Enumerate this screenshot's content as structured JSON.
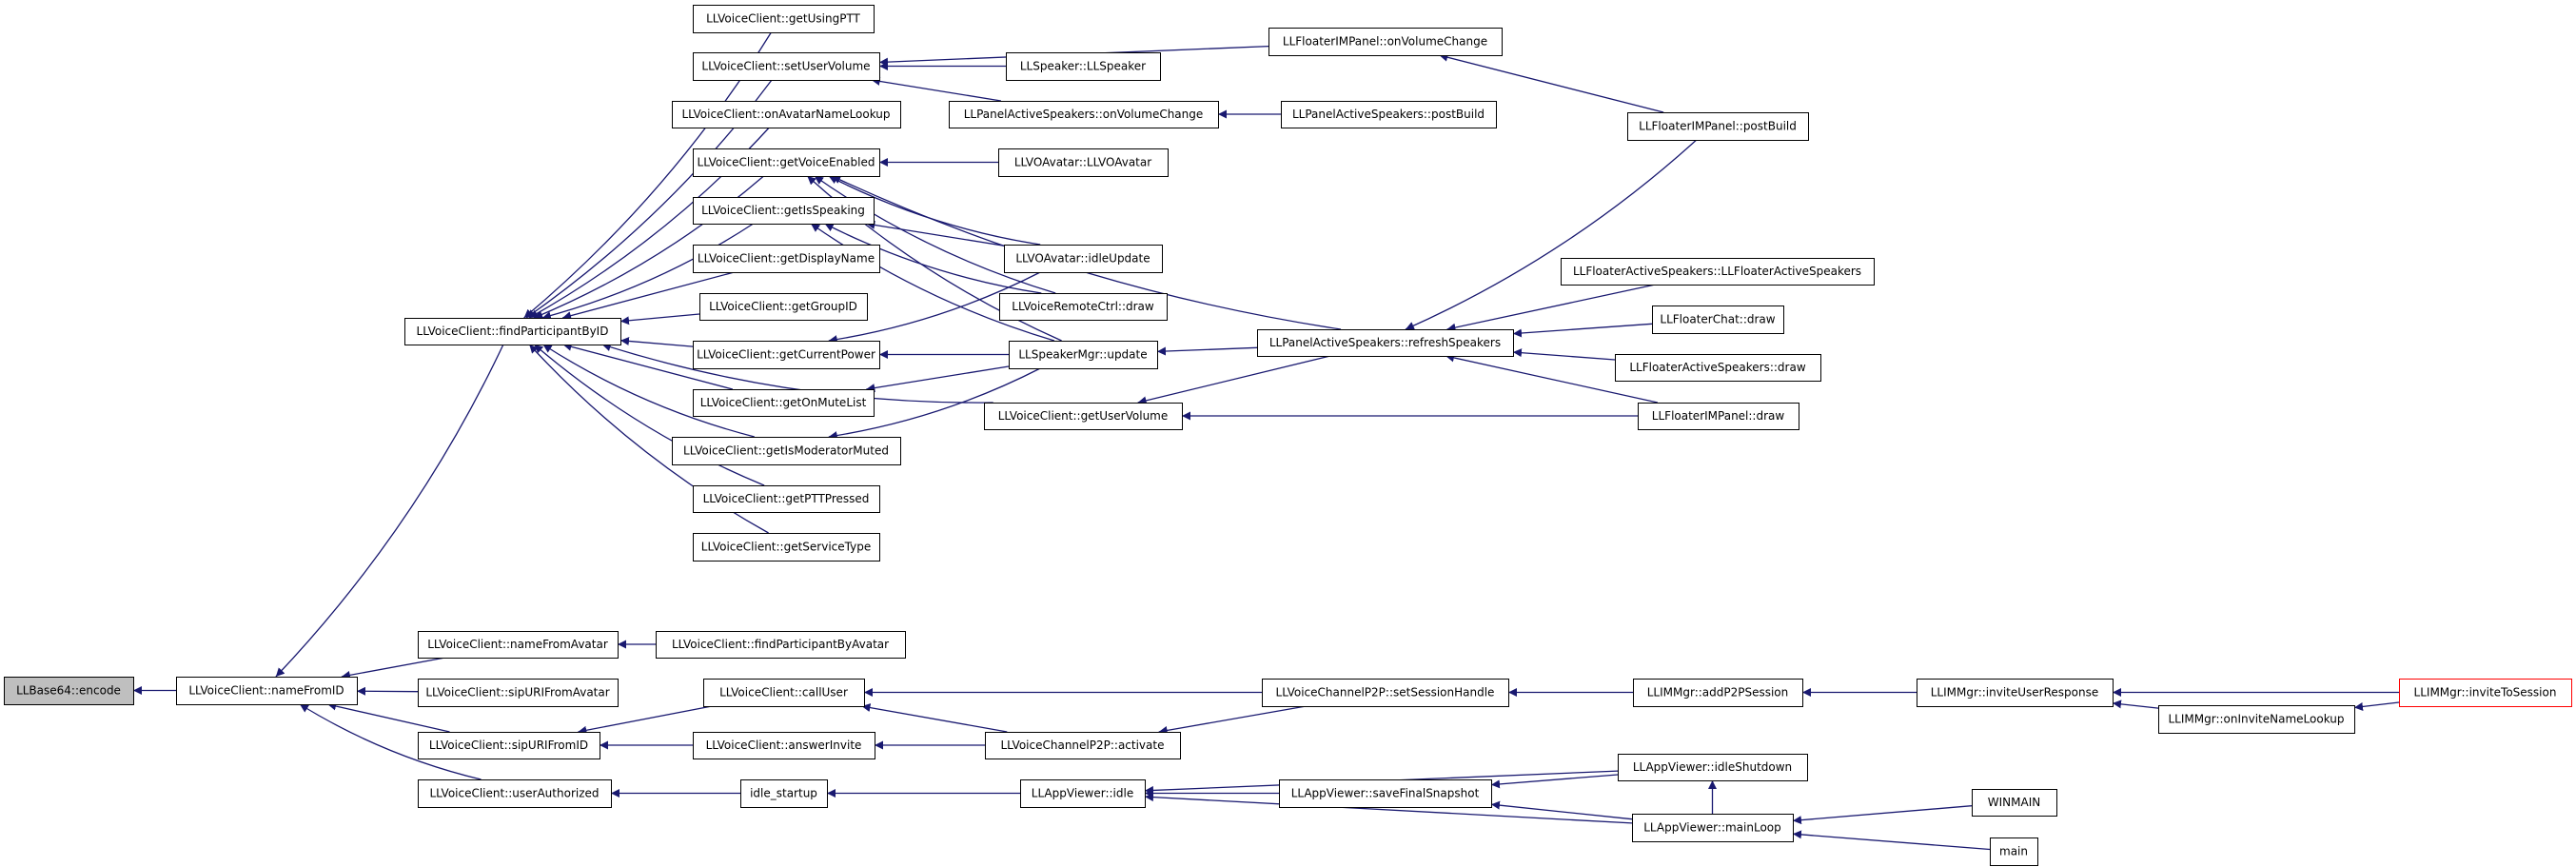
{
  "diagram": {
    "colors": {
      "edge": "#191970",
      "node_border": "#000000",
      "node_fill": "#ffffff",
      "root_fill": "#bfbfbf",
      "external_border": "#ff0000"
    },
    "nodes": [
      {
        "id": "encode",
        "label": "LLBase64::encode",
        "kind": "root"
      },
      {
        "id": "nameFromID",
        "label": "LLVoiceClient::nameFromID"
      },
      {
        "id": "findParticipantByID",
        "label": "LLVoiceClient::findParticipantByID"
      },
      {
        "id": "getUsingPTT",
        "label": "LLVoiceClient::getUsingPTT"
      },
      {
        "id": "setUserVolume",
        "label": "LLVoiceClient::setUserVolume"
      },
      {
        "id": "onAvatarNameLookup",
        "label": "LLVoiceClient::onAvatarNameLookup"
      },
      {
        "id": "getVoiceEnabled",
        "label": "LLVoiceClient::getVoiceEnabled"
      },
      {
        "id": "getIsSpeaking",
        "label": "LLVoiceClient::getIsSpeaking"
      },
      {
        "id": "getDisplayName",
        "label": "LLVoiceClient::getDisplayName"
      },
      {
        "id": "getGroupID",
        "label": "LLVoiceClient::getGroupID"
      },
      {
        "id": "getCurrentPower",
        "label": "LLVoiceClient::getCurrentPower"
      },
      {
        "id": "getOnMuteList",
        "label": "LLVoiceClient::getOnMuteList"
      },
      {
        "id": "getIsModeratorMuted",
        "label": "LLVoiceClient::getIsModeratorMuted"
      },
      {
        "id": "getPTTPressed",
        "label": "LLVoiceClient::getPTTPressed"
      },
      {
        "id": "getServiceType",
        "label": "LLVoiceClient::getServiceType"
      },
      {
        "id": "fimOnVolumeChange",
        "label": "LLFloaterIMPanel::onVolumeChange"
      },
      {
        "id": "llSpeaker",
        "label": "LLSpeaker::LLSpeaker"
      },
      {
        "id": "pasOnVolumeChange",
        "label": "LLPanelActiveSpeakers::onVolumeChange"
      },
      {
        "id": "pasPostBuild",
        "label": "LLPanelActiveSpeakers::postBuild"
      },
      {
        "id": "fimPostBuild",
        "label": "LLFloaterIMPanel::postBuild"
      },
      {
        "id": "llvoAvatar",
        "label": "LLVOAvatar::LLVOAvatar"
      },
      {
        "id": "idleUpdate",
        "label": "LLVOAvatar::idleUpdate"
      },
      {
        "id": "vrcDraw",
        "label": "LLVoiceRemoteCtrl::draw"
      },
      {
        "id": "smUpdate",
        "label": "LLSpeakerMgr::update"
      },
      {
        "id": "getUserVolume",
        "label": "LLVoiceClient::getUserVolume"
      },
      {
        "id": "refreshSpeakers",
        "label": "LLPanelActiveSpeakers::refreshSpeakers"
      },
      {
        "id": "fasCtor",
        "label": "LLFloaterActiveSpeakers::LLFloaterActiveSpeakers"
      },
      {
        "id": "fcDraw",
        "label": "LLFloaterChat::draw"
      },
      {
        "id": "fasDraw",
        "label": "LLFloaterActiveSpeakers::draw"
      },
      {
        "id": "fimDraw",
        "label": "LLFloaterIMPanel::draw"
      },
      {
        "id": "nameFromAvatar",
        "label": "LLVoiceClient::nameFromAvatar"
      },
      {
        "id": "findParticipantByAvatar",
        "label": "LLVoiceClient::findParticipantByAvatar"
      },
      {
        "id": "sipURIFromAvatar",
        "label": "LLVoiceClient::sipURIFromAvatar"
      },
      {
        "id": "sipURIFromID",
        "label": "LLVoiceClient::sipURIFromID"
      },
      {
        "id": "userAuthorized",
        "label": "LLVoiceClient::userAuthorized"
      },
      {
        "id": "callUser",
        "label": "LLVoiceClient::callUser"
      },
      {
        "id": "answerInvite",
        "label": "LLVoiceClient::answerInvite"
      },
      {
        "id": "idleStartup",
        "label": "idle_startup"
      },
      {
        "id": "setSessionHandle",
        "label": "LLVoiceChannelP2P::setSessionHandle"
      },
      {
        "id": "activate",
        "label": "LLVoiceChannelP2P::activate"
      },
      {
        "id": "avIdle",
        "label": "LLAppViewer::idle"
      },
      {
        "id": "addP2PSession",
        "label": "LLIMMgr::addP2PSession"
      },
      {
        "id": "inviteUserResponse",
        "label": "LLIMMgr::inviteUserResponse"
      },
      {
        "id": "inviteToSession",
        "label": "LLIMMgr::inviteToSession",
        "kind": "external"
      },
      {
        "id": "onInviteNameLookup",
        "label": "LLIMMgr::onInviteNameLookup"
      },
      {
        "id": "saveFinalSnapshot",
        "label": "LLAppViewer::saveFinalSnapshot"
      },
      {
        "id": "idleShutdown",
        "label": "LLAppViewer::idleShutdown"
      },
      {
        "id": "mainLoop",
        "label": "LLAppViewer::mainLoop"
      },
      {
        "id": "winmain",
        "label": "WINMAIN"
      },
      {
        "id": "main",
        "label": "main"
      }
    ],
    "edges": [
      [
        "nameFromID",
        "encode"
      ],
      [
        "findParticipantByID",
        "nameFromID"
      ],
      [
        "nameFromAvatar",
        "nameFromID"
      ],
      [
        "sipURIFromAvatar",
        "nameFromID"
      ],
      [
        "sipURIFromID",
        "nameFromID"
      ],
      [
        "userAuthorized",
        "nameFromID"
      ],
      [
        "getUsingPTT",
        "findParticipantByID"
      ],
      [
        "setUserVolume",
        "findParticipantByID"
      ],
      [
        "onAvatarNameLookup",
        "findParticipantByID"
      ],
      [
        "getVoiceEnabled",
        "findParticipantByID"
      ],
      [
        "getIsSpeaking",
        "findParticipantByID"
      ],
      [
        "getDisplayName",
        "findParticipantByID"
      ],
      [
        "getGroupID",
        "findParticipantByID"
      ],
      [
        "getCurrentPower",
        "findParticipantByID"
      ],
      [
        "getOnMuteList",
        "findParticipantByID"
      ],
      [
        "getIsModeratorMuted",
        "findParticipantByID"
      ],
      [
        "getPTTPressed",
        "findParticipantByID"
      ],
      [
        "getServiceType",
        "findParticipantByID"
      ],
      [
        "getUserVolume",
        "findParticipantByID"
      ],
      [
        "fimOnVolumeChange",
        "setUserVolume"
      ],
      [
        "llSpeaker",
        "setUserVolume"
      ],
      [
        "pasOnVolumeChange",
        "setUserVolume"
      ],
      [
        "fimPostBuild",
        "fimOnVolumeChange"
      ],
      [
        "pasPostBuild",
        "pasOnVolumeChange"
      ],
      [
        "llvoAvatar",
        "getVoiceEnabled"
      ],
      [
        "idleUpdate",
        "getVoiceEnabled"
      ],
      [
        "vrcDraw",
        "getVoiceEnabled"
      ],
      [
        "smUpdate",
        "getVoiceEnabled"
      ],
      [
        "refreshSpeakers",
        "getVoiceEnabled"
      ],
      [
        "idleUpdate",
        "getIsSpeaking"
      ],
      [
        "vrcDraw",
        "getIsSpeaking"
      ],
      [
        "smUpdate",
        "getIsSpeaking"
      ],
      [
        "idleUpdate",
        "getCurrentPower"
      ],
      [
        "smUpdate",
        "getCurrentPower"
      ],
      [
        "smUpdate",
        "getOnMuteList"
      ],
      [
        "smUpdate",
        "getIsModeratorMuted"
      ],
      [
        "refreshSpeakers",
        "smUpdate"
      ],
      [
        "refreshSpeakers",
        "getUserVolume"
      ],
      [
        "fimDraw",
        "getUserVolume"
      ],
      [
        "fimPostBuild",
        "refreshSpeakers"
      ],
      [
        "fasCtor",
        "refreshSpeakers"
      ],
      [
        "fcDraw",
        "refreshSpeakers"
      ],
      [
        "fasDraw",
        "refreshSpeakers"
      ],
      [
        "fimDraw",
        "refreshSpeakers"
      ],
      [
        "findParticipantByAvatar",
        "nameFromAvatar"
      ],
      [
        "callUser",
        "sipURIFromID"
      ],
      [
        "answerInvite",
        "sipURIFromID"
      ],
      [
        "idleStartup",
        "userAuthorized"
      ],
      [
        "setSessionHandle",
        "callUser"
      ],
      [
        "activate",
        "callUser"
      ],
      [
        "activate",
        "answerInvite"
      ],
      [
        "setSessionHandle",
        "activate"
      ],
      [
        "avIdle",
        "idleStartup"
      ],
      [
        "addP2PSession",
        "setSessionHandle"
      ],
      [
        "inviteUserResponse",
        "addP2PSession"
      ],
      [
        "inviteToSession",
        "inviteUserResponse"
      ],
      [
        "onInviteNameLookup",
        "inviteUserResponse"
      ],
      [
        "inviteToSession",
        "onInviteNameLookup"
      ],
      [
        "saveFinalSnapshot",
        "avIdle"
      ],
      [
        "idleShutdown",
        "avIdle"
      ],
      [
        "mainLoop",
        "avIdle"
      ],
      [
        "idleShutdown",
        "saveFinalSnapshot"
      ],
      [
        "mainLoop",
        "saveFinalSnapshot"
      ],
      [
        "mainLoop",
        "idleShutdown"
      ],
      [
        "winmain",
        "mainLoop"
      ],
      [
        "main",
        "mainLoop"
      ]
    ]
  }
}
